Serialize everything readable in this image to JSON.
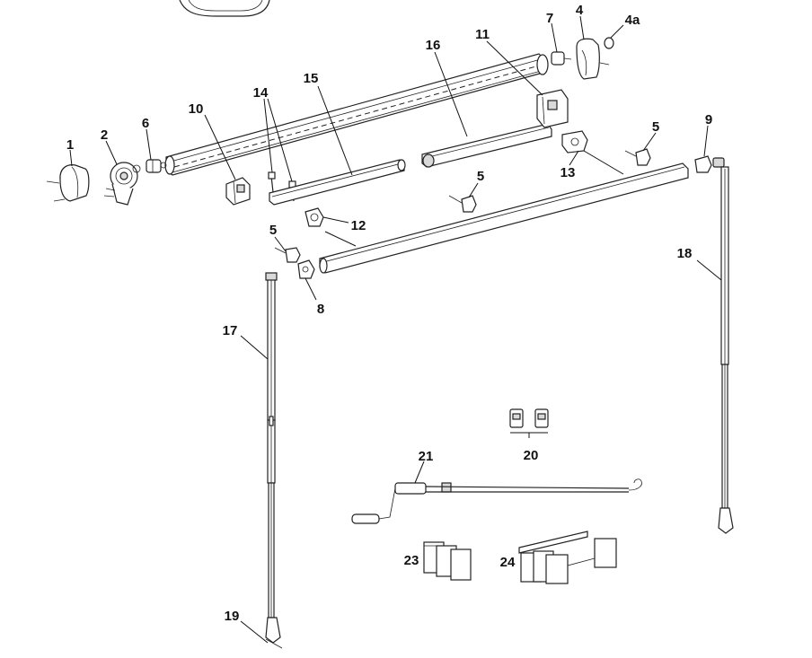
{
  "diagram": {
    "callouts": [
      {
        "id": "c1",
        "label": "1"
      },
      {
        "id": "c2",
        "label": "2"
      },
      {
        "id": "c4",
        "label": "4"
      },
      {
        "id": "c4a",
        "label": "4a"
      },
      {
        "id": "c5a",
        "label": "5"
      },
      {
        "id": "c5b",
        "label": "5"
      },
      {
        "id": "c5c",
        "label": "5"
      },
      {
        "id": "c6",
        "label": "6"
      },
      {
        "id": "c7",
        "label": "7"
      },
      {
        "id": "c8",
        "label": "8"
      },
      {
        "id": "c9",
        "label": "9"
      },
      {
        "id": "c10",
        "label": "10"
      },
      {
        "id": "c11",
        "label": "11"
      },
      {
        "id": "c12",
        "label": "12"
      },
      {
        "id": "c13",
        "label": "13"
      },
      {
        "id": "c14",
        "label": "14"
      },
      {
        "id": "c15",
        "label": "15"
      },
      {
        "id": "c16",
        "label": "16"
      },
      {
        "id": "c17",
        "label": "17"
      },
      {
        "id": "c18",
        "label": "18"
      },
      {
        "id": "c19",
        "label": "19"
      },
      {
        "id": "c20",
        "label": "20"
      },
      {
        "id": "c21",
        "label": "21"
      },
      {
        "id": "c23",
        "label": "23"
      },
      {
        "id": "c24",
        "label": "24"
      }
    ]
  }
}
